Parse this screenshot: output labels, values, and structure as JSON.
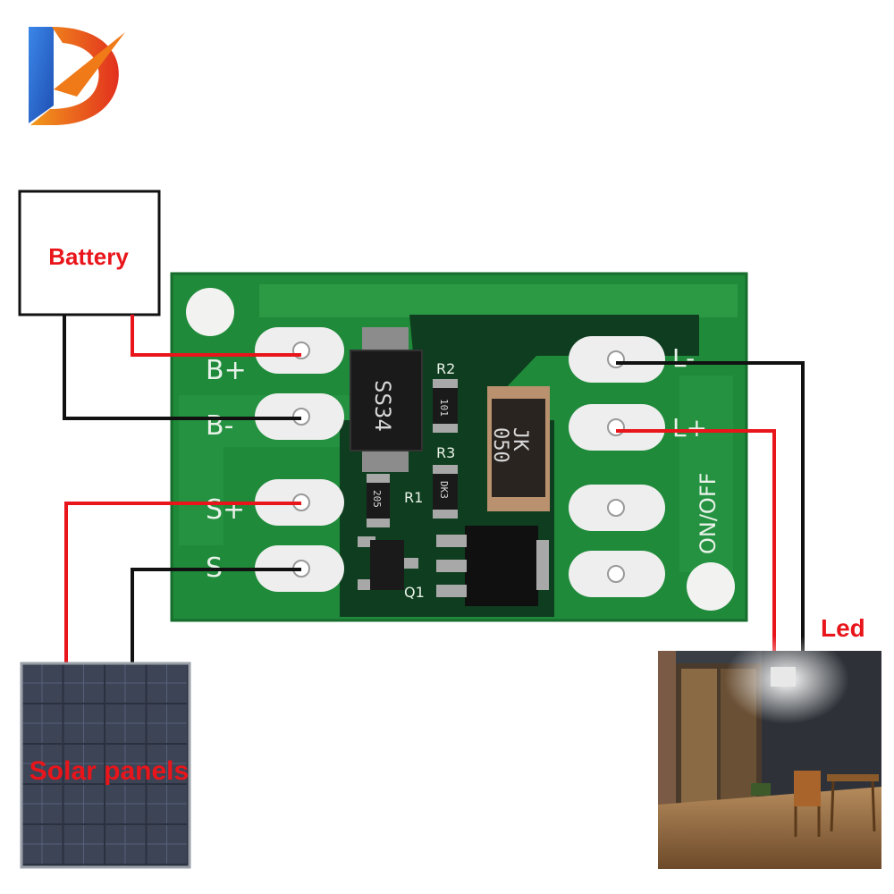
{
  "logo": {
    "icon": "d-brand-logo-icon",
    "colors": [
      "#2e6fd6",
      "#e3341f",
      "#f07a18"
    ]
  },
  "labels": {
    "battery": "Battery",
    "solar": "Solar panels",
    "led": "Led"
  },
  "pcb": {
    "pins_left": [
      "B+",
      "B-",
      "S+",
      "S-"
    ],
    "pins_right": [
      "L-",
      "L+"
    ],
    "switch_label": "ON/OFF",
    "diode_marking": "SS34",
    "resistor_labels": [
      "R1",
      "R2",
      "R3"
    ],
    "resistor_values": [
      "101",
      "205",
      "DK3"
    ],
    "fuse_marking": [
      "JK",
      "050"
    ],
    "transistor_label": "Q1"
  },
  "colors": {
    "wire_positive": "#e8151b",
    "wire_negative": "#111111",
    "pcb_green": "#1f8a3a",
    "label_red": "#e8151b"
  }
}
